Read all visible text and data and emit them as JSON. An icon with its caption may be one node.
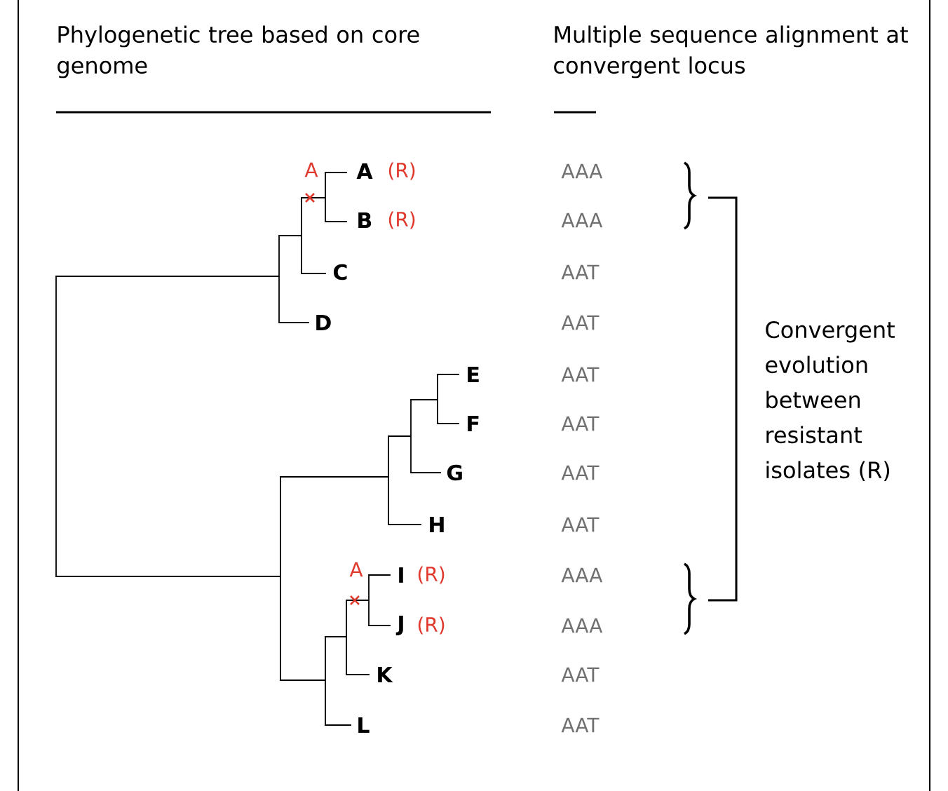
{
  "diagram": {
    "labels": [
      "Phylogenetic tree based on core genome",
      "Multiple sequence alignment at convergent locus",
      "A",
      "A",
      "(R)",
      "AAA",
      "B",
      "(R)",
      "AAA",
      "C",
      "AAT",
      "D",
      "AAT",
      "Convergent evolution between resistant isolates (R)",
      "E",
      "AAT",
      "F",
      "AAT",
      "G",
      "AAT",
      "H",
      "AAT",
      "A",
      "I",
      "(R)",
      "AAA",
      "J",
      "(R)",
      "AAA",
      "K",
      "AAT",
      "L",
      "AAT"
    ]
  }
}
